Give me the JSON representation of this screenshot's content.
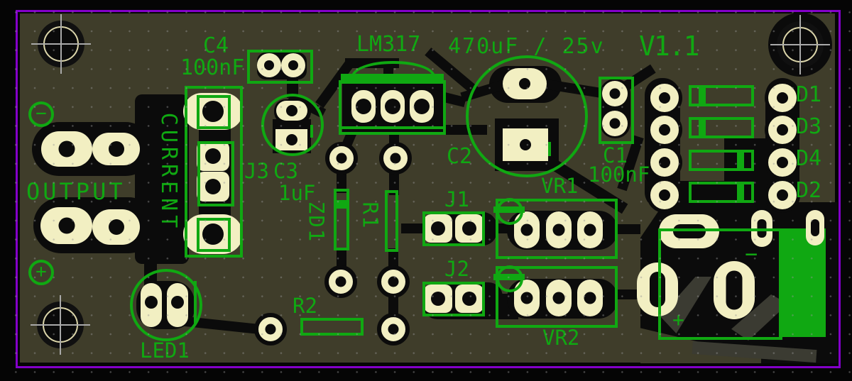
{
  "app": {
    "view": "pcb-layout-render"
  },
  "board": {
    "version": "V1.1",
    "connector_labels": {
      "output": "OUTPUT",
      "current": "CURRENT"
    },
    "components": [
      {
        "ref": "C4",
        "value": "100nF"
      },
      {
        "ref": "C3",
        "value": "1uF"
      },
      {
        "ref": "C2",
        "value": "470uF / 25v"
      },
      {
        "ref": "C1",
        "value": "100nF"
      },
      {
        "ref": "LM317",
        "value": ""
      },
      {
        "ref": "ZD1",
        "value": ""
      },
      {
        "ref": "R1",
        "value": ""
      },
      {
        "ref": "R2",
        "value": ""
      },
      {
        "ref": "J1",
        "value": ""
      },
      {
        "ref": "J2",
        "value": ""
      },
      {
        "ref": "J3",
        "value": ""
      },
      {
        "ref": "VR1",
        "value": ""
      },
      {
        "ref": "VR2",
        "value": ""
      },
      {
        "ref": "D1",
        "value": ""
      },
      {
        "ref": "D2",
        "value": ""
      },
      {
        "ref": "D3",
        "value": ""
      },
      {
        "ref": "D4",
        "value": ""
      },
      {
        "ref": "LED1",
        "value": ""
      }
    ]
  },
  "labels": {
    "output": "OUTPUT",
    "current": "CURRENT",
    "c4": "C4",
    "c4_value": "100nF",
    "j3": "J3",
    "c3": "C3",
    "c3_value": "1uF",
    "lm317": "LM317",
    "cap_value": "470uF / 25v",
    "c2": "C2",
    "c1": "C1",
    "c1_value": "100nF",
    "version": "V1.1",
    "d1": "D1",
    "d3": "D3",
    "d4": "D4",
    "d2": "D2",
    "zd1": "ZD1",
    "r1": "R1",
    "j1": "J1",
    "j2": "J2",
    "vr1": "VR1",
    "vr2": "VR2",
    "r2": "R2",
    "led1": "LED1",
    "plus": "+",
    "minus": "−",
    "polarity_plus": "+",
    "polarity_minus": "−"
  },
  "colors": {
    "silkscreen": "#10a812",
    "board_substrate": "#3f3d2a",
    "copper": "#0b0b0b",
    "pad": "#f2efc2",
    "board_outline": "#8300c9",
    "background": "#050505"
  }
}
